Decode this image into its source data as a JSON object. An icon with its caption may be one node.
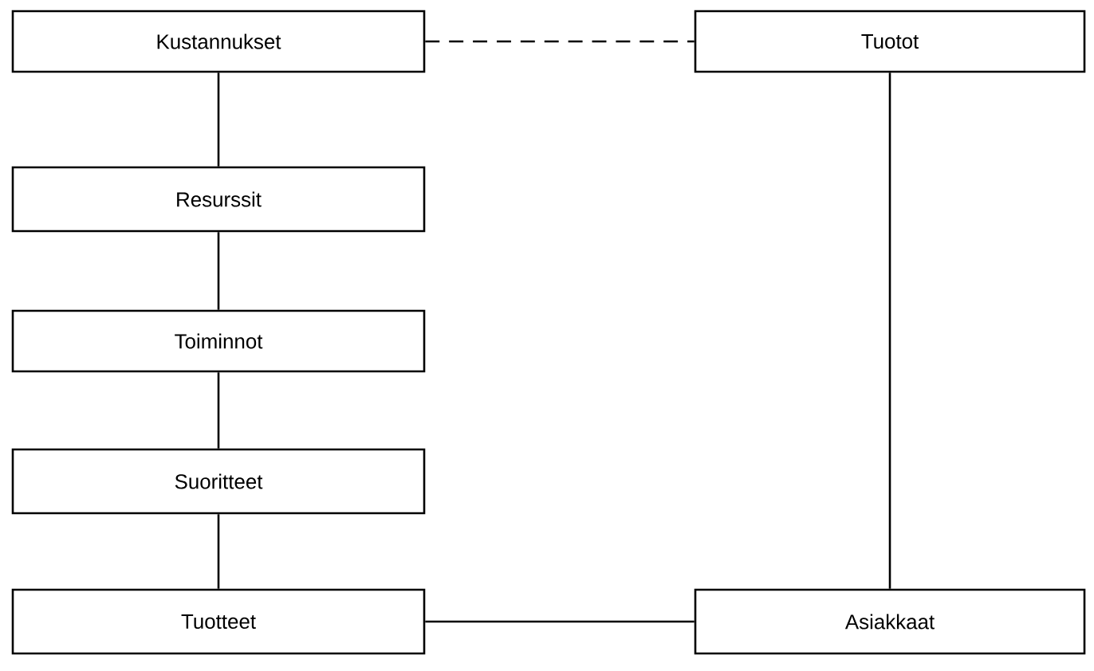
{
  "diagram": {
    "nodes": [
      {
        "text": [
          "Kustannukset"
        ]
      },
      {
        "text": [
          "Tuotot"
        ]
      },
      {
        "text": [
          "Resurssit"
        ]
      },
      {
        "text": [
          "Toiminnot"
        ]
      },
      {
        "text": [
          "Suoritteet"
        ]
      },
      {
        "text": [
          "Tuotteet"
        ]
      },
      {
        "text": [
          "Asiakkaat"
        ]
      }
    ],
    "edges": [
      {
        "from": 0,
        "to": 1,
        "arrow": "none",
        "style": "dashed"
      },
      {
        "from": 0,
        "to": 2,
        "arrow": "none"
      },
      {
        "from": 2,
        "to": 3,
        "arrow": "none"
      },
      {
        "from": 3,
        "to": 4,
        "arrow": "none"
      },
      {
        "from": 4,
        "to": 5,
        "arrow": "none"
      },
      {
        "from": 5,
        "to": 6,
        "arrow": "none"
      },
      {
        "from": 1,
        "to": 6,
        "arrow": "none"
      }
    ]
  }
}
